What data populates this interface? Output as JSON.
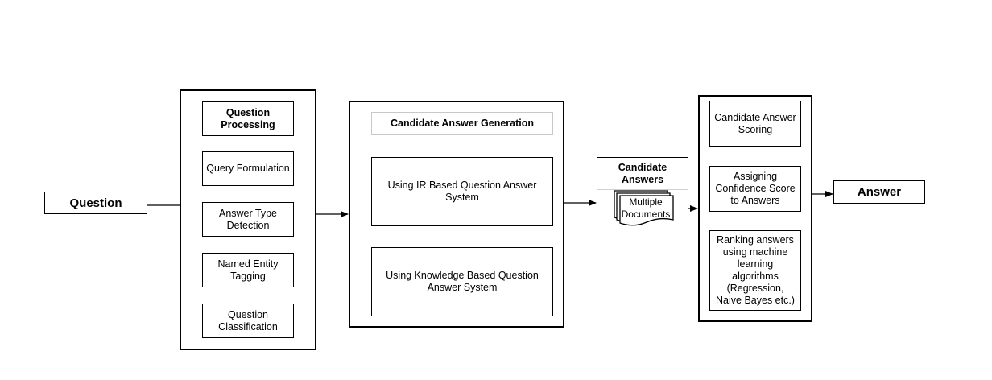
{
  "diagram": {
    "input": {
      "label": "Question"
    },
    "question_processing": {
      "title": "Question\nProcessing",
      "steps": [
        "Query Formulation",
        "Answer Type\nDetection",
        "Named Entity\nTagging",
        "Question\nClassification"
      ]
    },
    "candidate_generation": {
      "title": "Candidate Answer Generation",
      "systems": [
        "Using IR Based Question Answer\nSystem",
        "Using Knowledge Based Question\nAnswer System"
      ]
    },
    "candidate_answers": {
      "title": "Candidate\nAnswers",
      "documents_label": "Multiple\nDocuments"
    },
    "answer_processing": {
      "steps": [
        "Candidate Answer\nScoring",
        "Assigning\nConfidence Score\nto Answers",
        "Ranking answers\nusing machine\nlearning\nalgorithms\n(Regression,\nNaive Bayes etc.)"
      ]
    },
    "output": {
      "label": "Answer"
    }
  }
}
